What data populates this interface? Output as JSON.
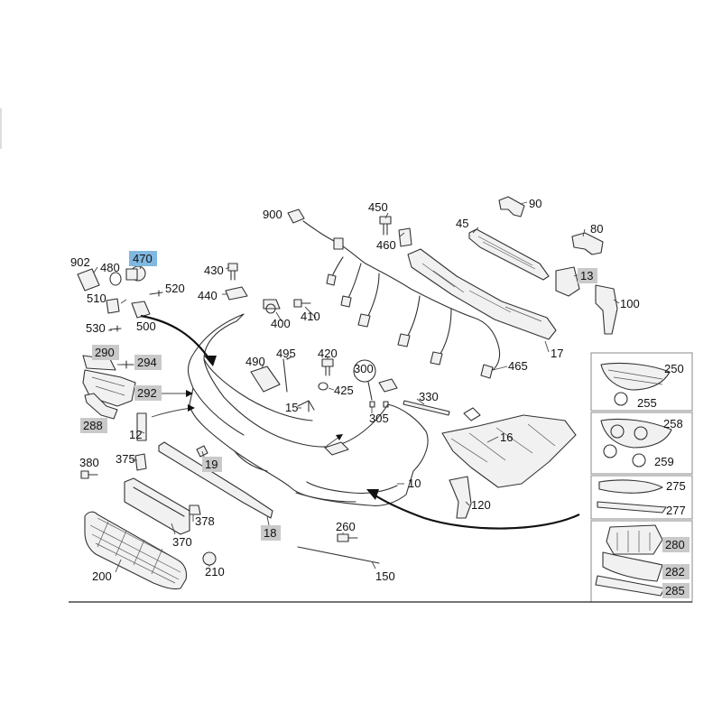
{
  "colors": {
    "highlight": "#7fb8e0",
    "grey_badge": "#c9c9c9",
    "line": "#333333",
    "text": "#111111"
  },
  "callouts": [
    {
      "id": "c900",
      "text": "900",
      "style": "plain"
    },
    {
      "id": "c450",
      "text": "450",
      "style": "plain"
    },
    {
      "id": "c460",
      "text": "460",
      "style": "plain"
    },
    {
      "id": "c90",
      "text": "90",
      "style": "plain"
    },
    {
      "id": "c45",
      "text": "45",
      "style": "plain"
    },
    {
      "id": "c80",
      "text": "80",
      "style": "plain"
    },
    {
      "id": "c13",
      "text": "13",
      "style": "grey"
    },
    {
      "id": "c100",
      "text": "100",
      "style": "plain"
    },
    {
      "id": "c902",
      "text": "902",
      "style": "plain"
    },
    {
      "id": "c470",
      "text": "470",
      "style": "highlight"
    },
    {
      "id": "c480",
      "text": "480",
      "style": "plain"
    },
    {
      "id": "c430",
      "text": "430",
      "style": "plain"
    },
    {
      "id": "c520",
      "text": "520",
      "style": "plain"
    },
    {
      "id": "c440",
      "text": "440",
      "style": "plain"
    },
    {
      "id": "c510",
      "text": "510",
      "style": "plain"
    },
    {
      "id": "c400",
      "text": "400",
      "style": "plain"
    },
    {
      "id": "c410",
      "text": "410",
      "style": "plain"
    },
    {
      "id": "c530",
      "text": "530",
      "style": "plain"
    },
    {
      "id": "c500",
      "text": "500",
      "style": "plain"
    },
    {
      "id": "c17",
      "text": "17",
      "style": "plain"
    },
    {
      "id": "c465",
      "text": "465",
      "style": "plain"
    },
    {
      "id": "c290",
      "text": "290",
      "style": "grey"
    },
    {
      "id": "c294",
      "text": "294",
      "style": "grey"
    },
    {
      "id": "c490",
      "text": "490",
      "style": "plain"
    },
    {
      "id": "c495",
      "text": "495",
      "style": "plain"
    },
    {
      "id": "c420",
      "text": "420",
      "style": "plain"
    },
    {
      "id": "c300",
      "text": "300",
      "style": "plain"
    },
    {
      "id": "c425",
      "text": "425",
      "style": "plain"
    },
    {
      "id": "c250",
      "text": "250",
      "style": "plain"
    },
    {
      "id": "c292",
      "text": "292",
      "style": "grey"
    },
    {
      "id": "c330",
      "text": "330",
      "style": "plain"
    },
    {
      "id": "c255",
      "text": "255",
      "style": "plain"
    },
    {
      "id": "c15",
      "text": "15",
      "style": "plain"
    },
    {
      "id": "c305",
      "text": "305",
      "style": "plain"
    },
    {
      "id": "c288",
      "text": "288",
      "style": "grey"
    },
    {
      "id": "c258",
      "text": "258",
      "style": "plain"
    },
    {
      "id": "c12",
      "text": "12",
      "style": "plain"
    },
    {
      "id": "c16",
      "text": "16",
      "style": "plain"
    },
    {
      "id": "c259",
      "text": "259",
      "style": "plain"
    },
    {
      "id": "c380",
      "text": "380",
      "style": "plain"
    },
    {
      "id": "c375",
      "text": "375",
      "style": "plain"
    },
    {
      "id": "c19",
      "text": "19",
      "style": "grey"
    },
    {
      "id": "c10",
      "text": "10",
      "style": "plain"
    },
    {
      "id": "c275",
      "text": "275",
      "style": "plain"
    },
    {
      "id": "c120",
      "text": "120",
      "style": "plain"
    },
    {
      "id": "c277",
      "text": "277",
      "style": "plain"
    },
    {
      "id": "c378",
      "text": "378",
      "style": "plain"
    },
    {
      "id": "c370",
      "text": "370",
      "style": "plain"
    },
    {
      "id": "c18",
      "text": "18",
      "style": "grey"
    },
    {
      "id": "c260",
      "text": "260",
      "style": "plain"
    },
    {
      "id": "c280",
      "text": "280",
      "style": "grey"
    },
    {
      "id": "c210",
      "text": "210",
      "style": "plain"
    },
    {
      "id": "c282",
      "text": "282",
      "style": "grey"
    },
    {
      "id": "c200",
      "text": "200",
      "style": "plain"
    },
    {
      "id": "c150",
      "text": "150",
      "style": "plain"
    },
    {
      "id": "c285",
      "text": "285",
      "style": "grey"
    }
  ]
}
